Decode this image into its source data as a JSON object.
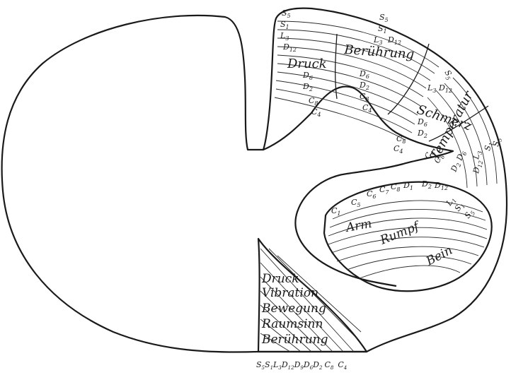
{
  "dorsal_column": {
    "modalities": [
      "Druck",
      "Vibration",
      "Bewegung",
      "Raumsinn",
      "Berührung"
    ],
    "segment_sequence": {
      "s1": "S",
      "s1_sub": "5",
      "s2": "S",
      "s2_sub": "1",
      "s3": "L",
      "s3_sub": "3",
      "s4": "D",
      "s4_sub": "12",
      "s5": "D",
      "s5_sub": "9",
      "s6": "D",
      "s6_sub": "6",
      "s7": "D",
      "s7_sub": "2",
      "s8": "C",
      "s8_sub": "8",
      "s9": "C",
      "s9_sub": "4"
    }
  },
  "dorsal_horn": {
    "region_labels": [
      "Druck",
      "Berührung",
      "Schmerz",
      "Temperatur"
    ],
    "segments": [
      {
        "letter": "S",
        "sub": "5"
      },
      {
        "letter": "S",
        "sub": "1"
      },
      {
        "letter": "L",
        "sub": "3"
      },
      {
        "letter": "D",
        "sub": "12"
      },
      {
        "letter": "D",
        "sub": "6"
      },
      {
        "letter": "D",
        "sub": "2"
      },
      {
        "letter": "C",
        "sub": "8"
      },
      {
        "letter": "C",
        "sub": "4"
      }
    ],
    "mid_segments": [
      {
        "letter": "S",
        "sub": "5"
      },
      {
        "letter": "S",
        "sub": "1"
      },
      {
        "letter": "L",
        "sub": "3"
      },
      {
        "letter": "D",
        "sub": "12"
      },
      {
        "letter": "D",
        "sub": "6"
      },
      {
        "letter": "D",
        "sub": "2"
      },
      {
        "letter": "C",
        "sub": "8"
      },
      {
        "letter": "C",
        "sub": "4"
      }
    ],
    "outer_segments": [
      {
        "letter": "S",
        "sub": "5"
      },
      {
        "letter": "L",
        "sub": "3"
      },
      {
        "letter": "D",
        "sub": "12"
      },
      {
        "letter": "D",
        "sub": "6"
      },
      {
        "letter": "D",
        "sub": "2"
      },
      {
        "letter": "C",
        "sub": "8"
      },
      {
        "letter": "C",
        "sub": "4"
      }
    ],
    "lateral_segments": [
      {
        "letter": "S",
        "sub": "5"
      },
      {
        "letter": "S",
        "sub": "1"
      },
      {
        "letter": "L",
        "sub": "3"
      },
      {
        "letter": "D",
        "sub": "12"
      },
      {
        "letter": "D",
        "sub": "6"
      },
      {
        "letter": "D",
        "sub": "2"
      },
      {
        "letter": "C",
        "sub": "8"
      },
      {
        "letter": "C",
        "sub": "4"
      }
    ]
  },
  "motor_region": {
    "labels": [
      "Arm",
      "Rumpf",
      "Bein"
    ],
    "segments": [
      {
        "letter": "C",
        "sub": "1"
      },
      {
        "letter": "C",
        "sub": "5"
      },
      {
        "letter": "C",
        "sub": "6"
      },
      {
        "letter": "C",
        "sub": "7"
      },
      {
        "letter": "C",
        "sub": "8"
      },
      {
        "letter": "D",
        "sub": "1"
      },
      {
        "letter": "D",
        "sub": "2"
      },
      {
        "letter": "D",
        "sub": "12"
      },
      {
        "letter": "L",
        "sub": "1"
      },
      {
        "letter": "S",
        "sub": "1"
      },
      {
        "letter": "S",
        "sub": "5"
      }
    ]
  }
}
